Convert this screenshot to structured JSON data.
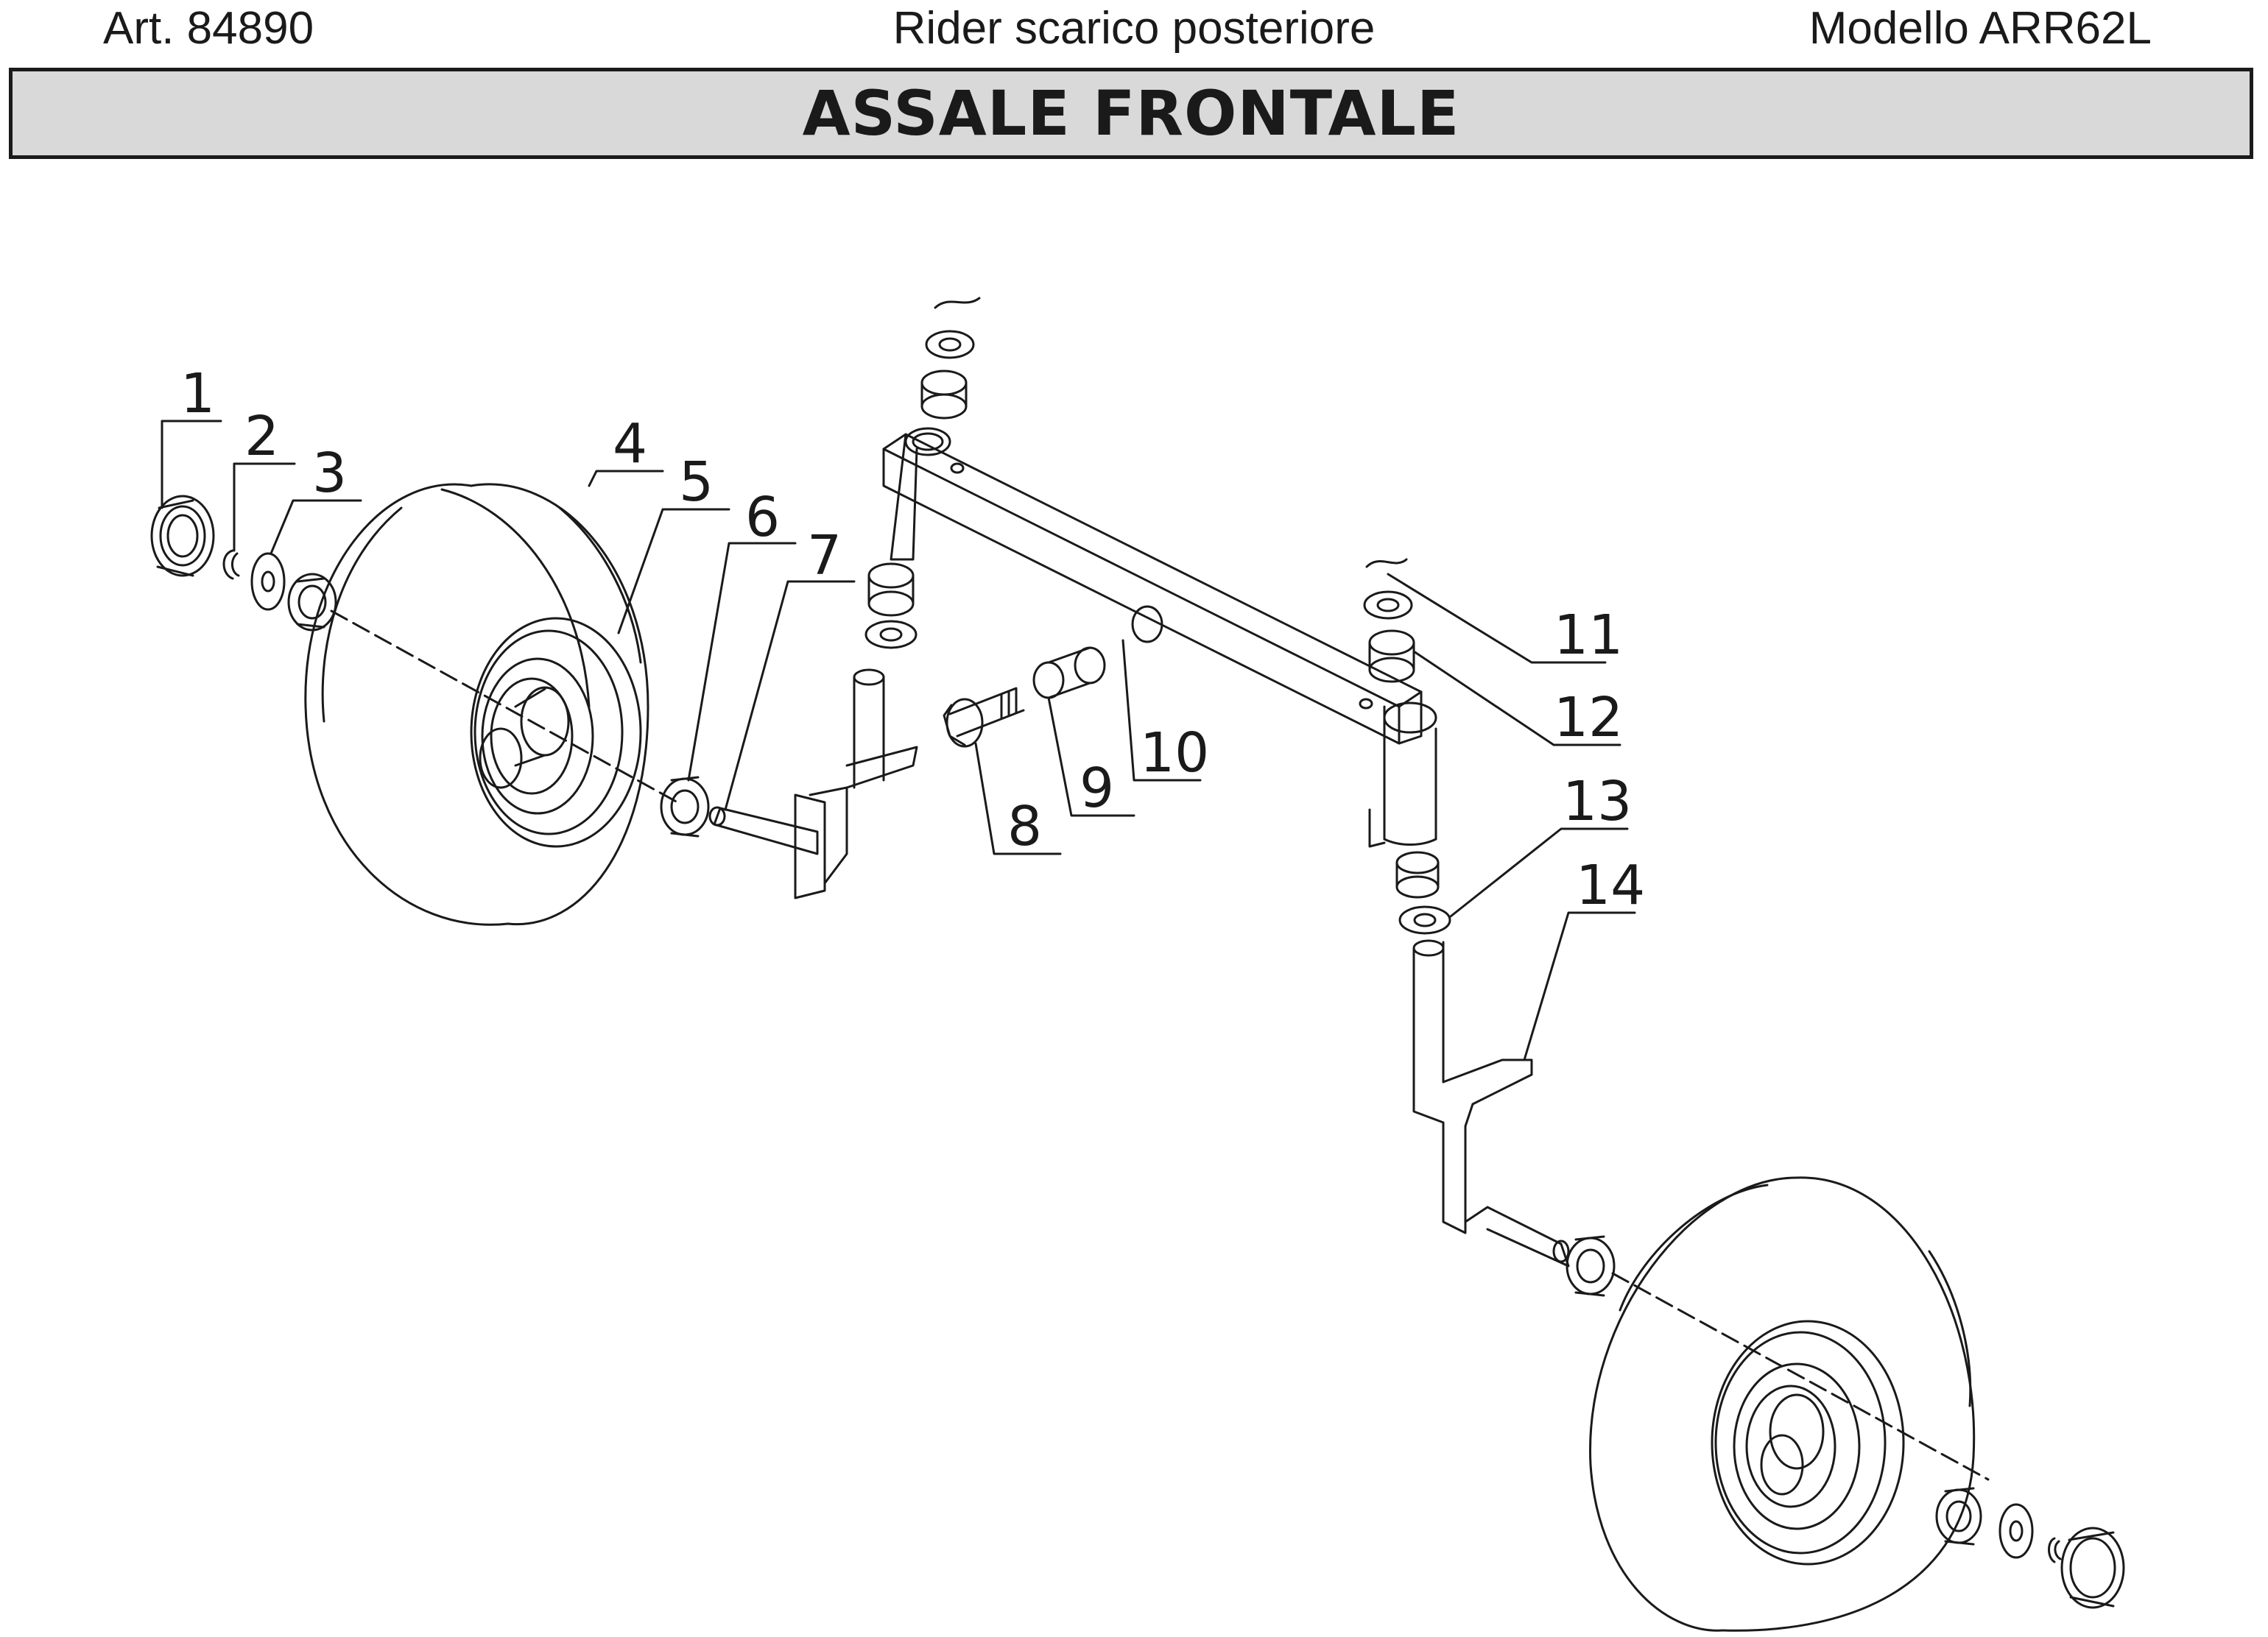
{
  "header": {
    "article": "Art. 84890",
    "description": "Rider scarico posteriore",
    "model": "Modello ARR62L"
  },
  "section_title": "ASSALE FRONTALE",
  "callouts": [
    "1",
    "2",
    "3",
    "4",
    "5",
    "6",
    "7",
    "8",
    "9",
    "10",
    "11",
    "12",
    "13",
    "14"
  ]
}
